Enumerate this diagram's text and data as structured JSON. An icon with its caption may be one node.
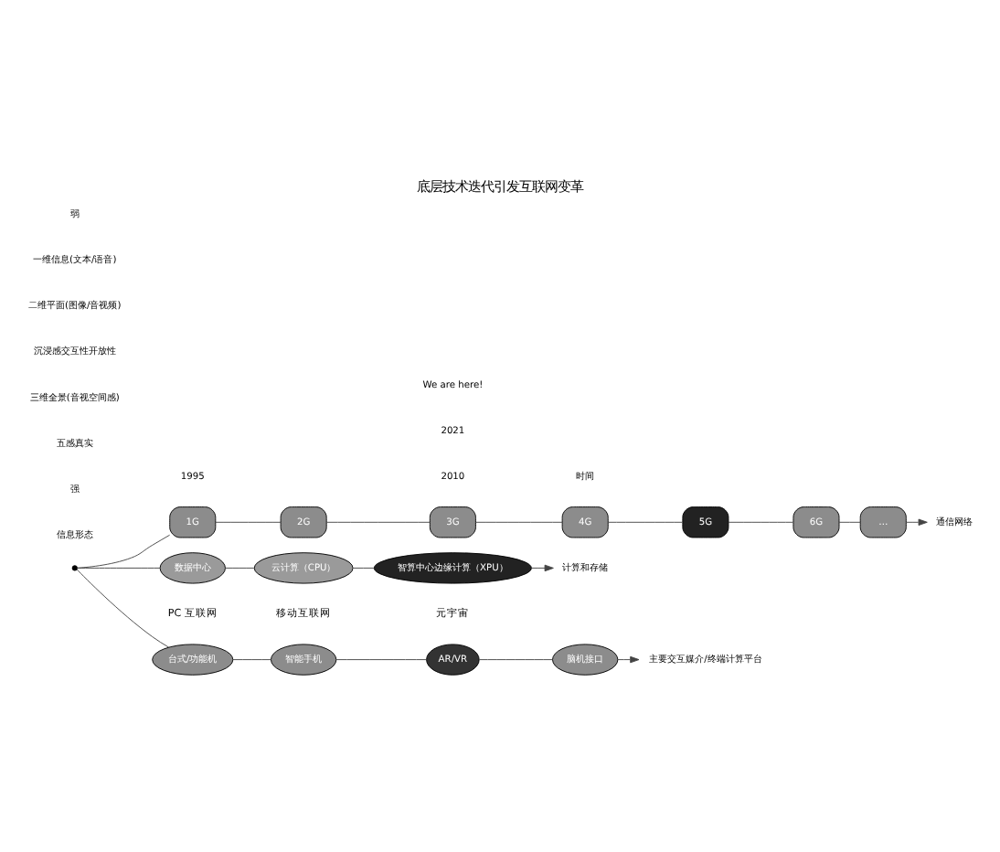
{
  "diagram": {
    "title": "底层技术迭代引发互联网变革",
    "nodes": [
      {
        "text": [],
        "shape": "circle"
      },
      {
        "text": [
          "台式/功能机"
        ],
        "beside": [
          "PC 互联网"
        ]
      },
      {
        "text": [
          "智能手机"
        ],
        "beside": [
          "移动互联网"
        ]
      },
      {
        "text": [
          "AR/VR"
        ],
        "beside": [
          "元宇宙"
        ]
      },
      {
        "text": [
          "脑机接口"
        ]
      },
      {
        "text": [
          "主要交互媒介/终端计算平台"
        ]
      },
      {
        "text": [
          "1G"
        ]
      },
      {
        "text": [
          "2G"
        ]
      },
      {
        "text": [
          "3G"
        ]
      },
      {
        "text": [
          "4G"
        ]
      },
      {
        "text": [
          "5G"
        ]
      },
      {
        "text": [
          "6G"
        ]
      },
      {
        "text": [
          "…"
        ]
      },
      {
        "text": [
          "通信网络"
        ]
      },
      {
        "text": [
          "数据中心"
        ]
      },
      {
        "text": [
          "云计算（CPU）"
        ]
      },
      {
        "text": [
          "智算中心边缘计算（XPU）"
        ]
      },
      {
        "text": [
          "计算和存储"
        ]
      }
    ],
    "edges": [
      {
        "from": 0,
        "to": 1,
        "arrow": "none"
      },
      {
        "from": 1,
        "to": 2,
        "arrow": "none"
      },
      {
        "from": 2,
        "to": 3,
        "arrow": "none"
      },
      {
        "from": 3,
        "to": 4,
        "arrow": "none"
      },
      {
        "from": 4,
        "to": 5,
        "arrow": "to"
      },
      {
        "from": 0,
        "to": 6,
        "arrow": "none"
      },
      {
        "from": 6,
        "to": 7,
        "arrow": "none"
      },
      {
        "from": 7,
        "to": 8,
        "arrow": "none"
      },
      {
        "from": 8,
        "to": 9,
        "arrow": "none"
      },
      {
        "from": 9,
        "to": 10,
        "arrow": "none"
      },
      {
        "from": 10,
        "to": 11,
        "arrow": "none"
      },
      {
        "from": 11,
        "to": 12,
        "arrow": "none"
      },
      {
        "from": 12,
        "to": 13,
        "arrow": "to"
      },
      {
        "from": 0,
        "to": 14,
        "arrow": "none"
      },
      {
        "from": 14,
        "to": 15,
        "arrow": "none"
      },
      {
        "from": 15,
        "to": 16,
        "arrow": "none"
      },
      {
        "from": 16,
        "to": 17,
        "arrow": "to"
      }
    ],
    "labels": [
      "信息形态",
      "强",
      "五感真实",
      "三维全景(音视空间感)",
      "沉浸感交互性开放性",
      "二维平面(图像/音视频)",
      "一维信息(文本/语音)",
      "弱",
      "1995",
      "2010",
      "2021",
      "We are here!",
      "时间"
    ]
  }
}
